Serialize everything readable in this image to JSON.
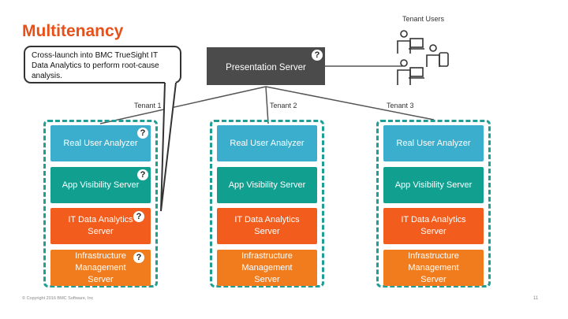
{
  "title": "Multitenancy",
  "presentation_server": "Presentation Server",
  "tenant_users_label": "Tenant Users",
  "help_icon": "?",
  "tenants": [
    {
      "label": "Tenant 1",
      "boxes": [
        "Real User Analyzer",
        "App Visibility Server",
        "IT Data Analytics Server",
        "Infrastructure Management Server"
      ]
    },
    {
      "label": "Tenant 2",
      "boxes": [
        "Real User Analyzer",
        "App Visibility Server",
        "IT Data Analytics Server",
        "Infrastructure Management Server"
      ]
    },
    {
      "label": "Tenant 3",
      "boxes": [
        "Real User Analyzer",
        "App Visibility Server",
        "IT Data Analytics Server",
        "Infrastructure Management Server"
      ]
    }
  ],
  "callout": "Cross-launch into BMC TrueSight IT Data Analytics to perform root-cause analysis.",
  "footer": "© Copyright 2016 BMC Software, Inc",
  "page_number": "11",
  "colors": {
    "title": "#e8501a",
    "server": "#4b4b4b",
    "rua": "#3aaecc",
    "avs": "#11a08f",
    "itda": "#f25c1c",
    "infra": "#f07c1e",
    "dashed": "#1f9e94"
  }
}
